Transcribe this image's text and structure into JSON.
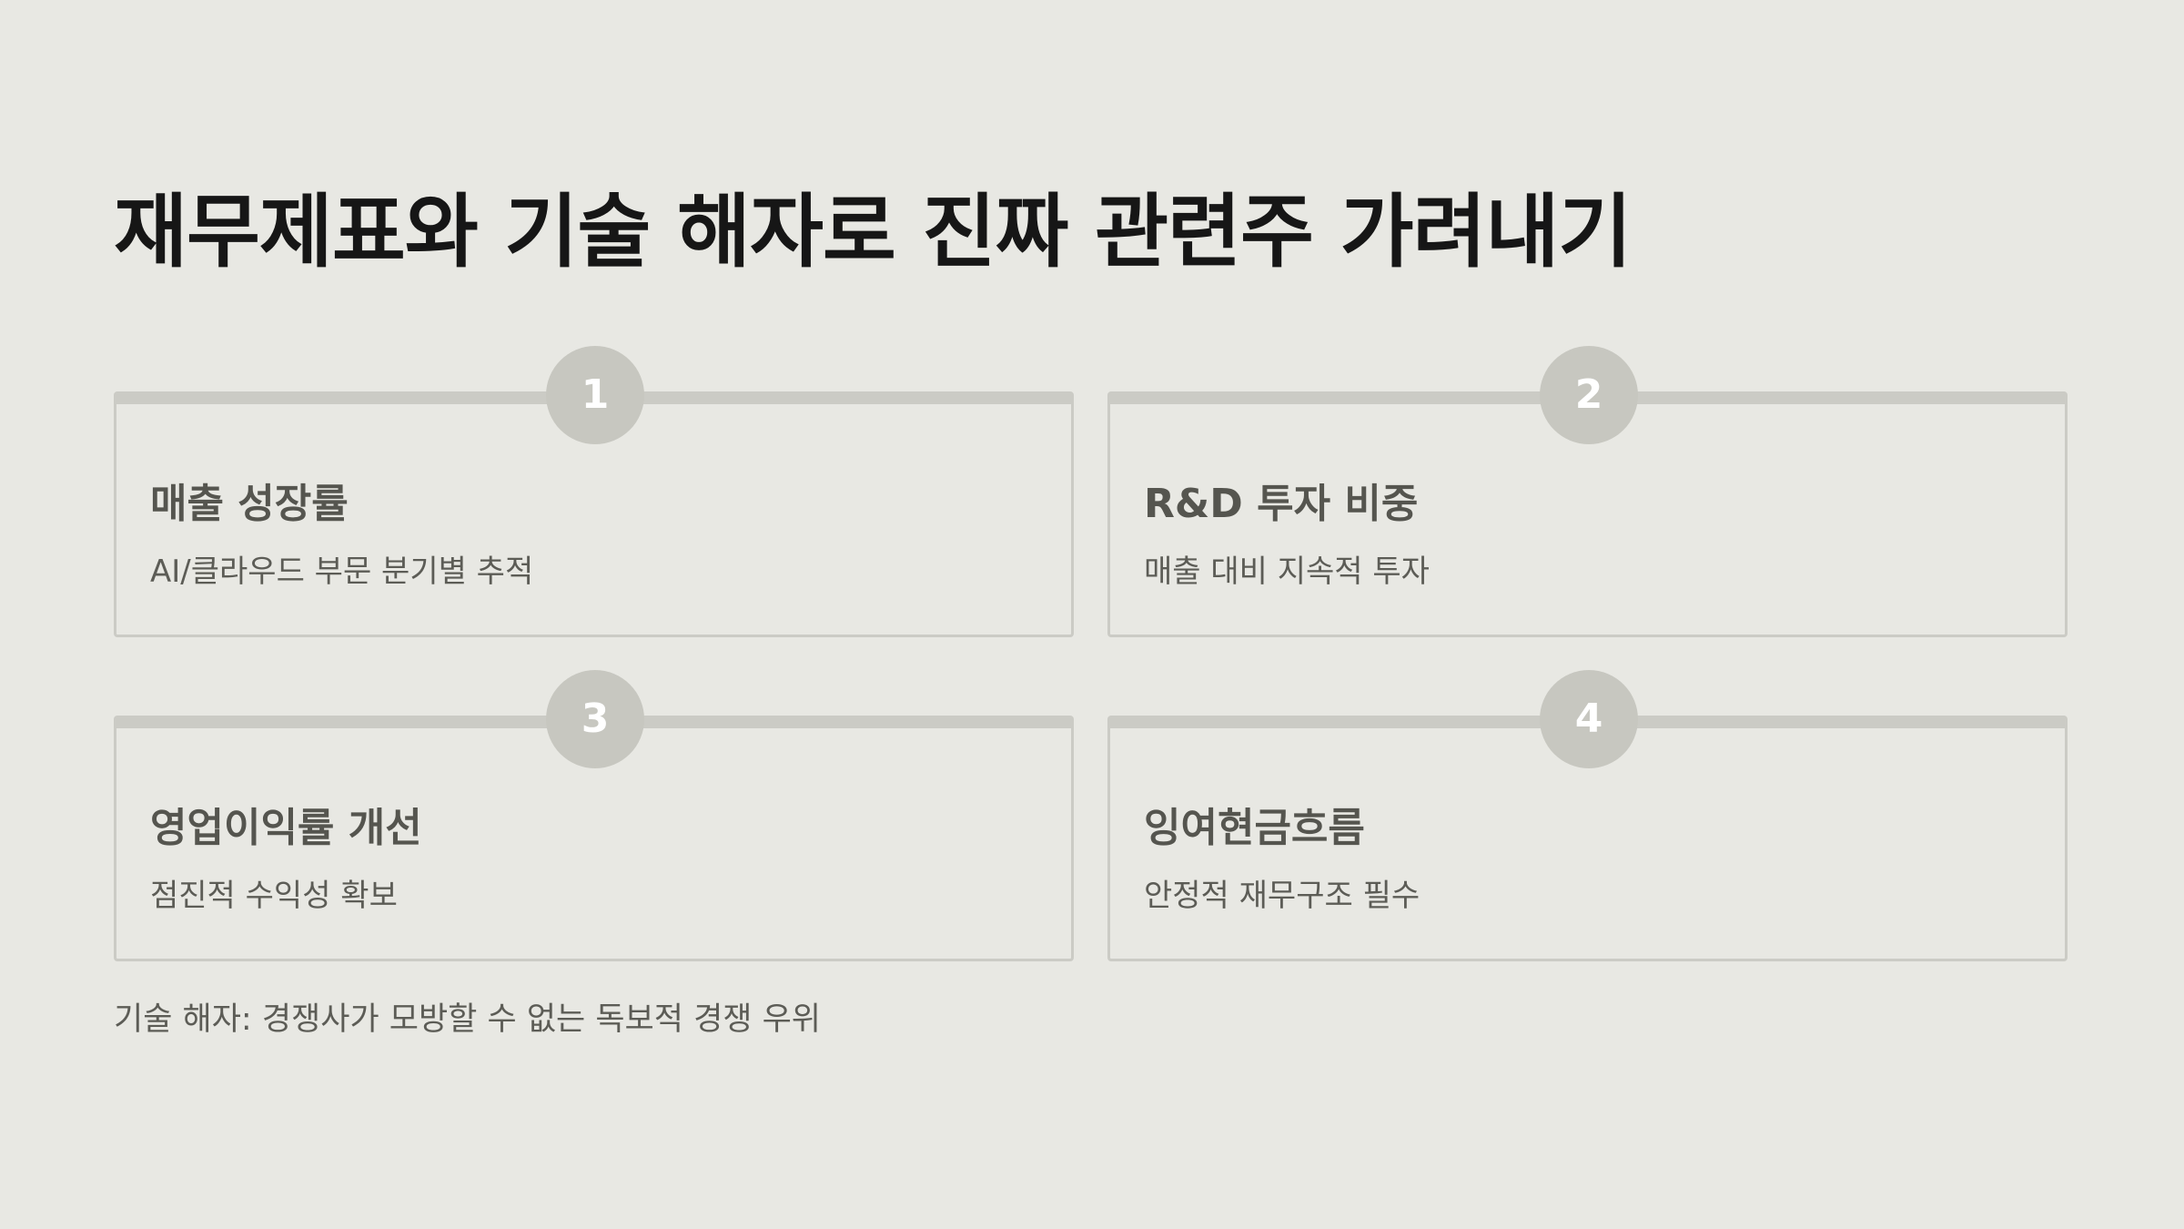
{
  "title": "재무제표와 기술 해자로 진짜 관련주 가려내기",
  "cards": [
    {
      "number": "1",
      "heading": "매출 성장률",
      "description": "AI/클라우드 부문 분기별 추적"
    },
    {
      "number": "2",
      "heading": "R&D 투자 비중",
      "description": "매출 대비 지속적 투자"
    },
    {
      "number": "3",
      "heading": "영업이익률 개선",
      "description": "점진적 수익성 확보"
    },
    {
      "number": "4",
      "heading": "잉여현금흐름",
      "description": "안정적 재무구조 필수"
    }
  ],
  "footer": "기술 해자: 경쟁사가 모방할 수 없는 독보적 경쟁 우위",
  "colors": {
    "background": "#e8e8e3",
    "card_border": "#cbcbc5",
    "badge": "#c7c7c0",
    "title_text": "#161616",
    "body_text": "#5c5c56"
  }
}
